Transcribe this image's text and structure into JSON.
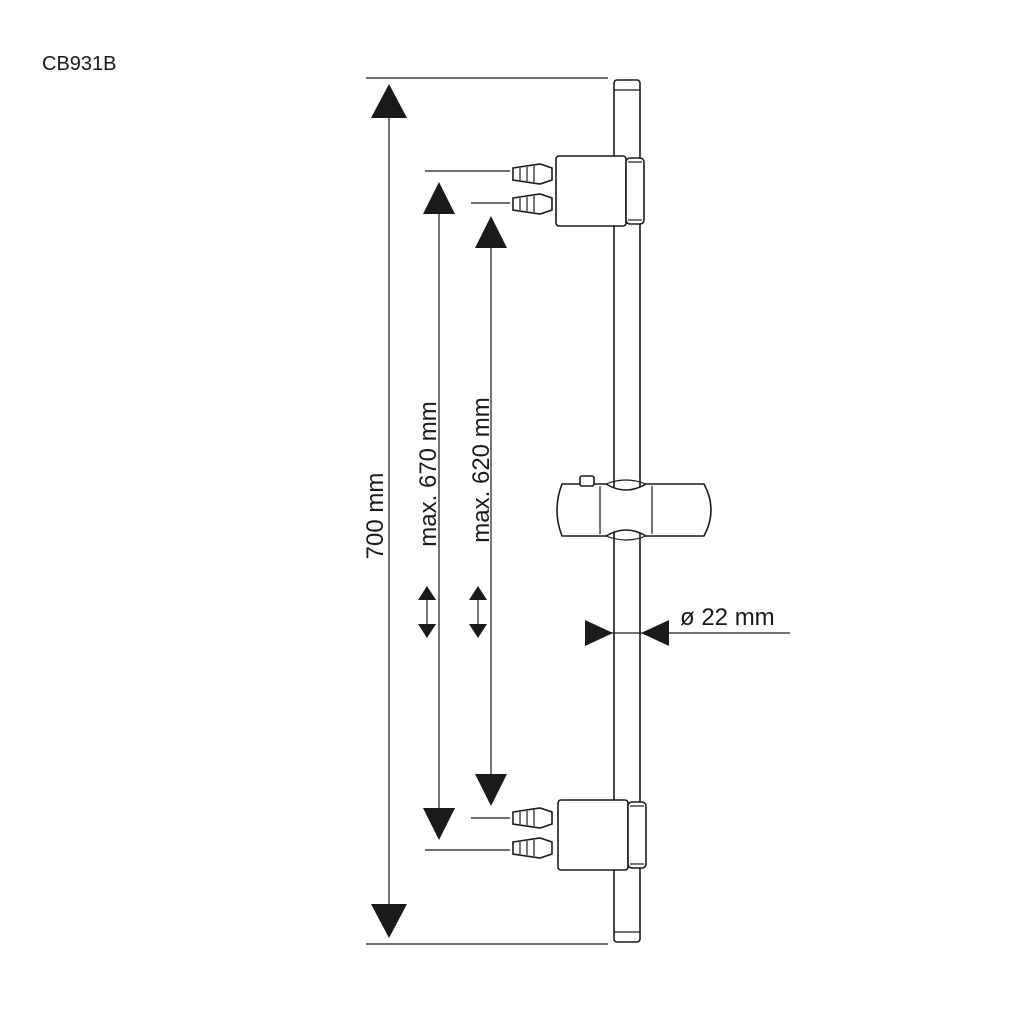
{
  "product_code": "CB931B",
  "dimensions": {
    "total_length": "700 mm",
    "max_span_outer": "max. 670 mm",
    "max_span_inner": "max. 620 mm",
    "rail_diameter": "ø 22 mm"
  }
}
